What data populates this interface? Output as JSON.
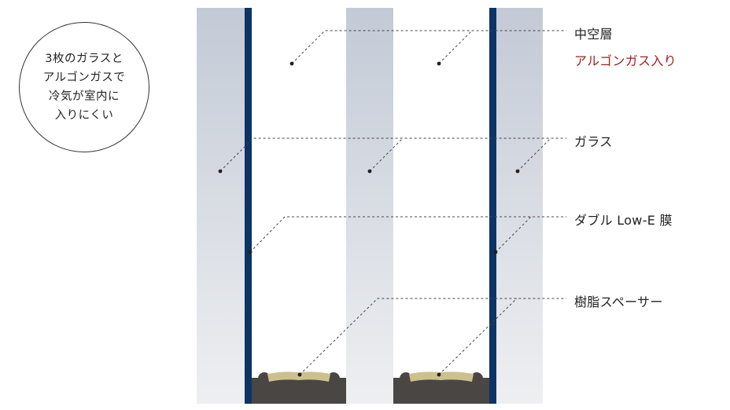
{
  "callout": {
    "lines": [
      "3枚のガラスと",
      "アルゴンガスで",
      "冷気が室内に",
      "入りにくい"
    ]
  },
  "labels": {
    "air_layer": "中空層",
    "argon_gas": "アルゴンガス入り",
    "glass": "ガラス",
    "double_low_e": "ダブル Low-E 膜",
    "resin_spacer": "樹脂スペーサー"
  },
  "colors": {
    "glass_top": "#c3cad6",
    "glass_bottom": "#eeeff1",
    "low_e_film": "#0c3464",
    "spacer_dark": "#4a4644",
    "spacer_light": "#ccc18d",
    "accent_red": "#9b1f1f",
    "leader": "#444444"
  }
}
